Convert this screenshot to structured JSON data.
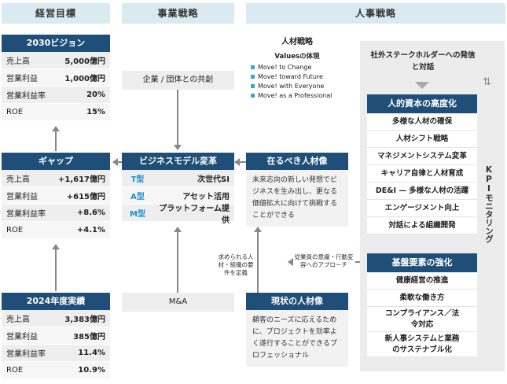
{
  "headers": {
    "goals": "経営目標",
    "business": "事業戦略",
    "hr": "人事戦略"
  },
  "vision2030": {
    "title": "2030ビジョン",
    "rows": [
      {
        "label": "売上高",
        "value": "5,000億円"
      },
      {
        "label": "営業利益",
        "value": "1,000億円"
      },
      {
        "label": "営業利益率",
        "value": "20%"
      },
      {
        "label": "ROE",
        "value": "15%"
      }
    ]
  },
  "gap": {
    "title": "ギャップ",
    "rows": [
      {
        "label": "売上高",
        "value": "+1,617億円"
      },
      {
        "label": "営業利益",
        "value": "+615億円"
      },
      {
        "label": "営業利益率",
        "value": "+8.6%"
      },
      {
        "label": "ROE",
        "value": "+4.1%"
      }
    ]
  },
  "actual2024": {
    "title": "2024年度実績",
    "rows": [
      {
        "label": "売上高",
        "value": "3,383億円"
      },
      {
        "label": "営業利益",
        "value": "385億円"
      },
      {
        "label": "営業利益率",
        "value": "11.4%"
      },
      {
        "label": "ROE",
        "value": "10.9%"
      }
    ]
  },
  "business": {
    "cocreation": "企業 / 団体との共創",
    "transform_title": "ビジネスモデル変革",
    "types": [
      {
        "tag": "T型",
        "value": "次世代SI"
      },
      {
        "tag": "A型",
        "value": "アセット活用"
      },
      {
        "tag": "M型",
        "value": "プラットフォーム提供"
      }
    ],
    "ma": "M&A"
  },
  "talent": {
    "title": "人材戦略",
    "values_title": "Valuesの体現",
    "values": [
      "Move! to Change",
      "Move! toward Future",
      "Move! with Everyone",
      "Move! as a Professional"
    ]
  },
  "ideal": {
    "title": "在るべき人材像",
    "text": "未来志向の新しい発想でビジネスを生み出し、更なる価値拡大に向けて挑戦することができる"
  },
  "current": {
    "title": "現状の人材像",
    "text": "顧客のニーズに応えるために、プロジェクトを効率よく遂行することができるプロフェッショナル"
  },
  "notes": {
    "define": "求められる人材・組織の要件を定義",
    "approach": "従業員の意識・行動変容へのアプローチ"
  },
  "stakeholder": "社外ステークホルダーへの発信と対話",
  "human_capital": {
    "title": "人的資本の高度化",
    "items": [
      "多様な人材の確保",
      "人材シフト戦略",
      "マネジメントシステム変革",
      "キャリア自律と人材育成",
      "DE&I — 多様な人材の活躍",
      "エンゲージメント向上",
      "対話による組織開発"
    ]
  },
  "foundation": {
    "title": "基盤要素の強化",
    "items": [
      "健康経営の推進",
      "柔軟な働き方",
      "コンプライアンス／法令対応",
      "新人事システムと業務のサステナブル化"
    ]
  },
  "kpi": "KPIモニタリング"
}
